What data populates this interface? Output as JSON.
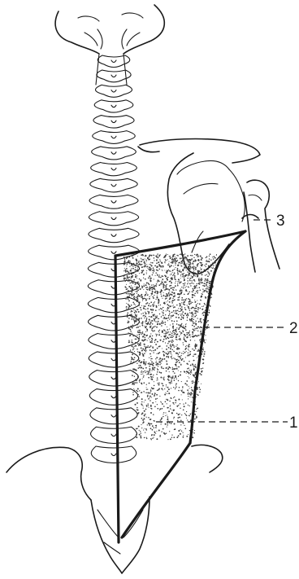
{
  "figure": {
    "callouts": [
      {
        "label": "1"
      },
      {
        "label": "2"
      },
      {
        "label": "3"
      }
    ]
  }
}
